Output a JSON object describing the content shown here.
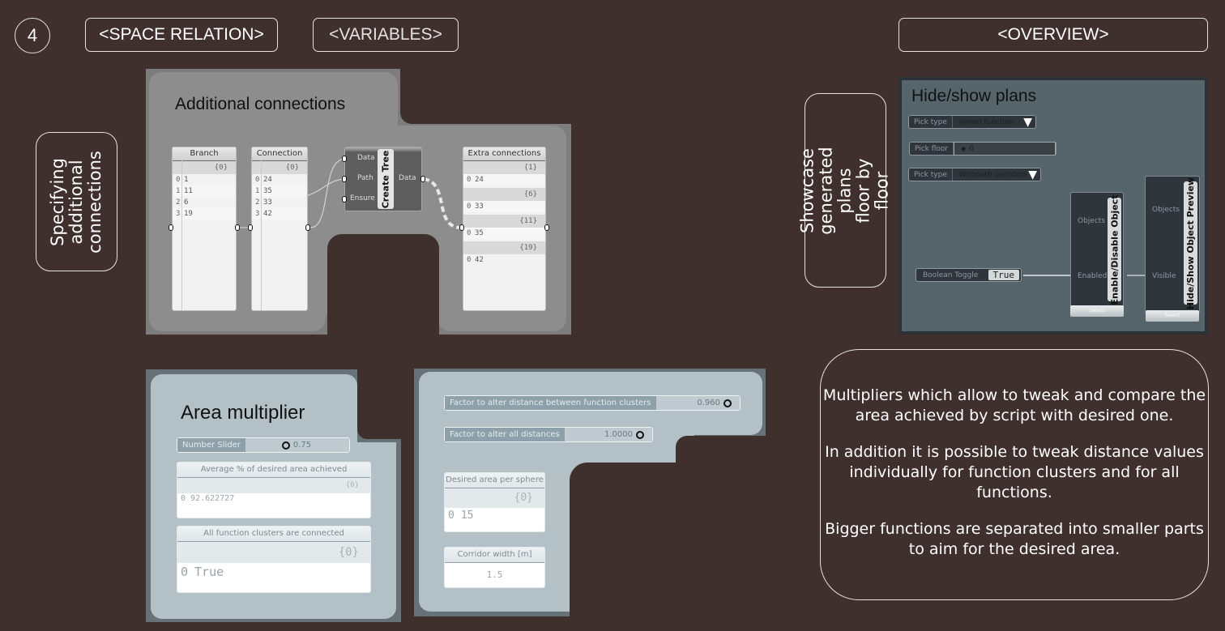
{
  "header": {
    "step_number": "4",
    "tabs": [
      {
        "label": "<SPACE RELATION>"
      },
      {
        "label": "<VARIABLES>"
      },
      {
        "label": "<OVERVIEW>"
      }
    ]
  },
  "side_labels": {
    "left": "Specifying additional connections",
    "right": "Showcase generated plans floor by floor"
  },
  "additional_connections": {
    "title": "Additional connections",
    "branch_panel": {
      "header": "Branch",
      "path": "{0}",
      "rows": [
        {
          "i": "0",
          "v": "1"
        },
        {
          "i": "1",
          "v": "11"
        },
        {
          "i": "2",
          "v": "6"
        },
        {
          "i": "3",
          "v": "19"
        }
      ]
    },
    "connection_panel": {
      "header": "Connection",
      "path": "{0}",
      "rows": [
        {
          "i": "0",
          "v": "24"
        },
        {
          "i": "1",
          "v": "35"
        },
        {
          "i": "2",
          "v": "33"
        },
        {
          "i": "3",
          "v": "42"
        }
      ]
    },
    "create_tree": {
      "name": "Create Tree",
      "inputs": [
        "Data",
        "Path",
        "Ensure"
      ],
      "output": "Data"
    },
    "extra_panel": {
      "header": "Extra connections",
      "branches": [
        {
          "path": "{1}",
          "i": "0",
          "v": "24"
        },
        {
          "path": "{6}",
          "i": "0",
          "v": "33"
        },
        {
          "path": "{11}",
          "i": "0",
          "v": "35"
        },
        {
          "path": "{19}",
          "i": "0",
          "v": "42"
        }
      ]
    }
  },
  "hide_show": {
    "title": "Hide/show plans",
    "pick_type_1": {
      "label": "Pick type",
      "value": "Joined function"
    },
    "pick_floor": {
      "label": "Pick floor",
      "value": "0"
    },
    "pick_type_2": {
      "label": "Pick type",
      "value": "Withouth corridors"
    },
    "toggle": {
      "label": "Boolean Toggle",
      "value": "True"
    },
    "enable_comp": {
      "name": "Enable/Disable Object",
      "inputs": [
        "Objects",
        "Enabled"
      ],
      "button": "Select"
    },
    "preview_comp": {
      "name": "Hide/Show Object Preview",
      "inputs": [
        "Objects",
        "Visible"
      ],
      "button": "Select"
    }
  },
  "area_multiplier": {
    "title": "Area multiplier",
    "slider": {
      "label": "Number Slider",
      "value": "0.75"
    },
    "avg_panel": {
      "header": "Average %  of desired area achieved",
      "path": "{0}",
      "index": "0",
      "value": "92.622727"
    },
    "connected_panel": {
      "header": "All function clusters are connected",
      "path": "{0}",
      "index": "0",
      "value": "True"
    }
  },
  "variables": {
    "slider_clusters": {
      "label": "Factor to alter distance between function clusters",
      "value": "0.960"
    },
    "slider_all": {
      "label": "Factor to alter all distances",
      "value": "1.0000"
    },
    "desired_area": {
      "header": "Desired area per sphere",
      "path": "{0}",
      "index": "0",
      "value": "15"
    },
    "corridor": {
      "header": "Corridor width [m]",
      "value": "1.5"
    }
  },
  "description": {
    "paragraphs": [
      "Multipliers which allow to tweak and compare the area achieved by script with desired one.",
      "In addition it is possible to tweak distance values individually for function clusters and for all functions.",
      "Bigger functions are separated into smaller parts to aim for the desired area."
    ]
  }
}
